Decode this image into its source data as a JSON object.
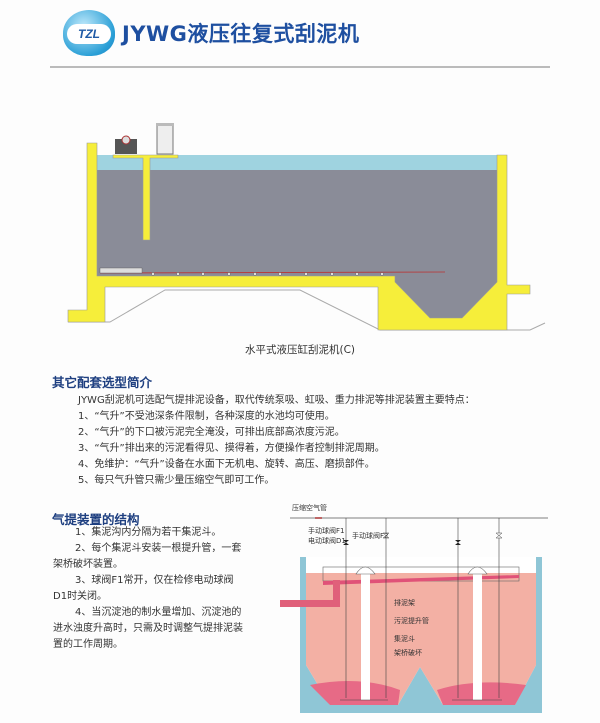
{
  "header": {
    "logo_text": "TZL",
    "title": "JYWG液压往复式刮泥机"
  },
  "figure1": {
    "caption": "水平式液压缸刮泥机(C)"
  },
  "section_other": {
    "heading": "其它配套选型简介",
    "intro": "JYWG刮泥机可选配气提排泥设备，取代传统泵吸、虹吸、重力排泥等排泥装置主要特点：",
    "items": [
      "1、“气升”不受池深条件限制，各种深度的水池均可使用。",
      "2、“气升”的下口被污泥完全淹没，可排出底部高浓度污泥。",
      "3、“气升”排出来的污泥看得见、摸得着，方便操作者控制排泥周期。",
      "4、免维护：“气升”设备在水面下无机电、旋转、高压、磨损部件。",
      "5、每只气升管只需少量压缩空气即可工作。"
    ]
  },
  "section_structure": {
    "heading": "气提装置的结构",
    "items": [
      "1、集泥沟内分隔为若干集泥斗。",
      "2、每个集泥斗安装一根提升管，一套架桥破坏装置。",
      "3、球阀F1常开，仅在检修电动球阀D1时关闭。",
      "4、当沉淀池的制水量增加、沉淀池的进水浊度升高时，只需及时调整气提排泥装置的工作周期。"
    ]
  },
  "figure2": {
    "labels": {
      "air_pipe": "压缩空气管",
      "valve_f1": "手动球阀F1",
      "valve_d1": "电动球阀D1",
      "valve_f2": "手动球阀F2",
      "rack": "排泥架",
      "lift_pipe": "污泥提升管",
      "hopper": "集泥斗",
      "bridge_breaker": "架桥破坏"
    }
  },
  "colors": {
    "title": "#1e4fa0",
    "wall": "#f6ee3a",
    "water": "#8a8c98",
    "surface": "#9fd3e0",
    "sludge_tank": "#f3b0a4",
    "sludge": "#e76a86"
  }
}
